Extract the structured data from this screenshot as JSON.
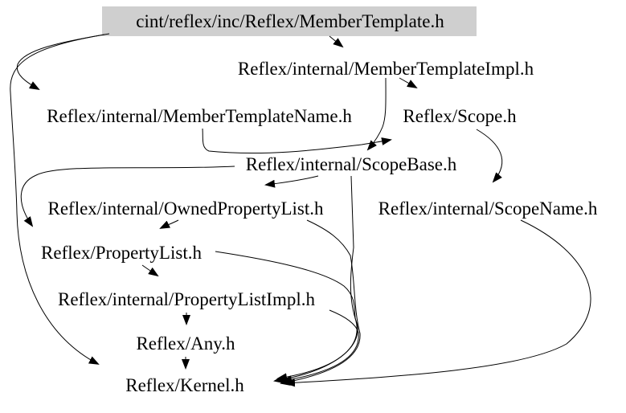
{
  "diagram": {
    "kind": "include-dependency-graph",
    "background_color": "#ffffff",
    "edge_color": "#000000",
    "text_color": "#000000",
    "root_highlight_color": "#cfcfcf",
    "root": {
      "label": "cint/reflex/inc/Reflex/MemberTemplate.h"
    },
    "nodes": [
      {
        "id": "member-template",
        "label": "cint/reflex/inc/Reflex/MemberTemplate.h"
      },
      {
        "id": "member-template-impl",
        "label": "Reflex/internal/MemberTemplateImpl.h"
      },
      {
        "id": "member-template-name",
        "label": "Reflex/internal/MemberTemplateName.h"
      },
      {
        "id": "scope",
        "label": "Reflex/Scope.h"
      },
      {
        "id": "scope-base",
        "label": "Reflex/internal/ScopeBase.h"
      },
      {
        "id": "owned-property-list",
        "label": "Reflex/internal/OwnedPropertyList.h"
      },
      {
        "id": "scope-name",
        "label": "Reflex/internal/ScopeName.h"
      },
      {
        "id": "property-list",
        "label": "Reflex/PropertyList.h"
      },
      {
        "id": "property-list-impl",
        "label": "Reflex/internal/PropertyListImpl.h"
      },
      {
        "id": "any",
        "label": "Reflex/Any.h"
      },
      {
        "id": "kernel",
        "label": "Reflex/Kernel.h"
      }
    ],
    "edges": [
      {
        "from": "cint/reflex/inc/Reflex/MemberTemplate.h",
        "to": "Reflex/internal/MemberTemplateImpl.h"
      },
      {
        "from": "cint/reflex/inc/Reflex/MemberTemplate.h",
        "to": "Reflex/internal/MemberTemplateName.h"
      },
      {
        "from": "cint/reflex/inc/Reflex/MemberTemplate.h",
        "to": "Reflex/Kernel.h"
      },
      {
        "from": "Reflex/internal/MemberTemplateImpl.h",
        "to": "Reflex/Scope.h"
      },
      {
        "from": "Reflex/internal/MemberTemplateImpl.h",
        "to": "Reflex/internal/ScopeBase.h"
      },
      {
        "from": "Reflex/internal/MemberTemplateName.h",
        "to": "Reflex/Scope.h"
      },
      {
        "from": "Reflex/Scope.h",
        "to": "Reflex/internal/ScopeName.h"
      },
      {
        "from": "Reflex/internal/ScopeBase.h",
        "to": "Reflex/internal/OwnedPropertyList.h"
      },
      {
        "from": "Reflex/internal/ScopeBase.h",
        "to": "Reflex/PropertyList.h"
      },
      {
        "from": "Reflex/internal/ScopeBase.h",
        "to": "Reflex/Kernel.h"
      },
      {
        "from": "Reflex/internal/OwnedPropertyList.h",
        "to": "Reflex/PropertyList.h"
      },
      {
        "from": "Reflex/internal/OwnedPropertyList.h",
        "to": "Reflex/Kernel.h"
      },
      {
        "from": "Reflex/internal/ScopeName.h",
        "to": "Reflex/Kernel.h"
      },
      {
        "from": "Reflex/PropertyList.h",
        "to": "Reflex/internal/PropertyListImpl.h"
      },
      {
        "from": "Reflex/PropertyList.h",
        "to": "Reflex/Kernel.h"
      },
      {
        "from": "Reflex/internal/PropertyListImpl.h",
        "to": "Reflex/Any.h"
      },
      {
        "from": "Reflex/internal/PropertyListImpl.h",
        "to": "Reflex/Kernel.h"
      },
      {
        "from": "Reflex/Any.h",
        "to": "Reflex/Kernel.h"
      }
    ]
  }
}
